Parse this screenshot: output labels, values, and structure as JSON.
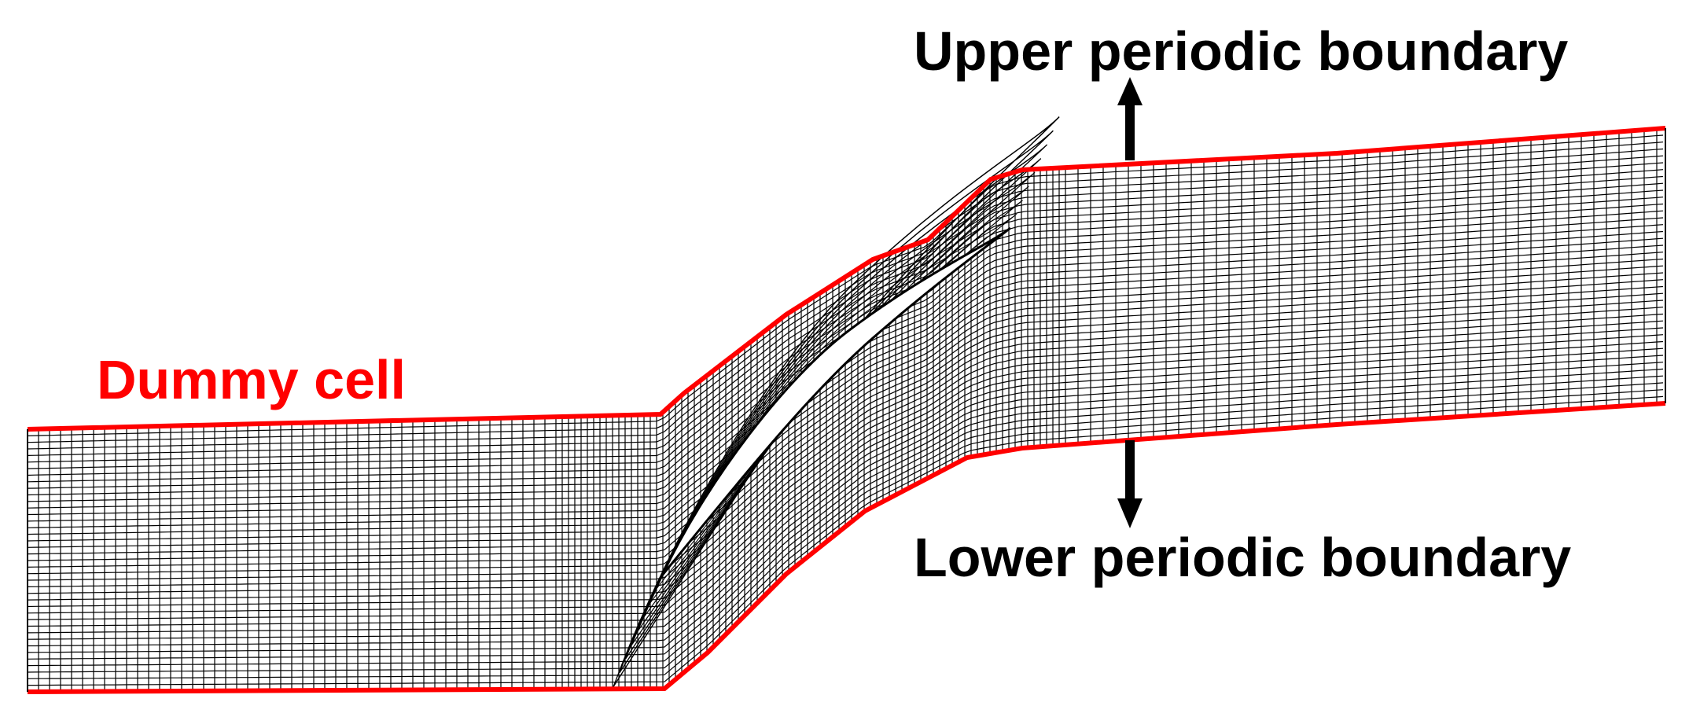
{
  "labels": {
    "dummy_cell": "Dummy cell",
    "upper_boundary": "Upper periodic boundary",
    "lower_boundary": "Lower periodic boundary"
  },
  "colors": {
    "boundary": "#ff0000",
    "mesh": "#000000",
    "arrow": "#000000",
    "text_dark": "#000000",
    "text_accent": "#ff0000",
    "background": "#ffffff"
  }
}
